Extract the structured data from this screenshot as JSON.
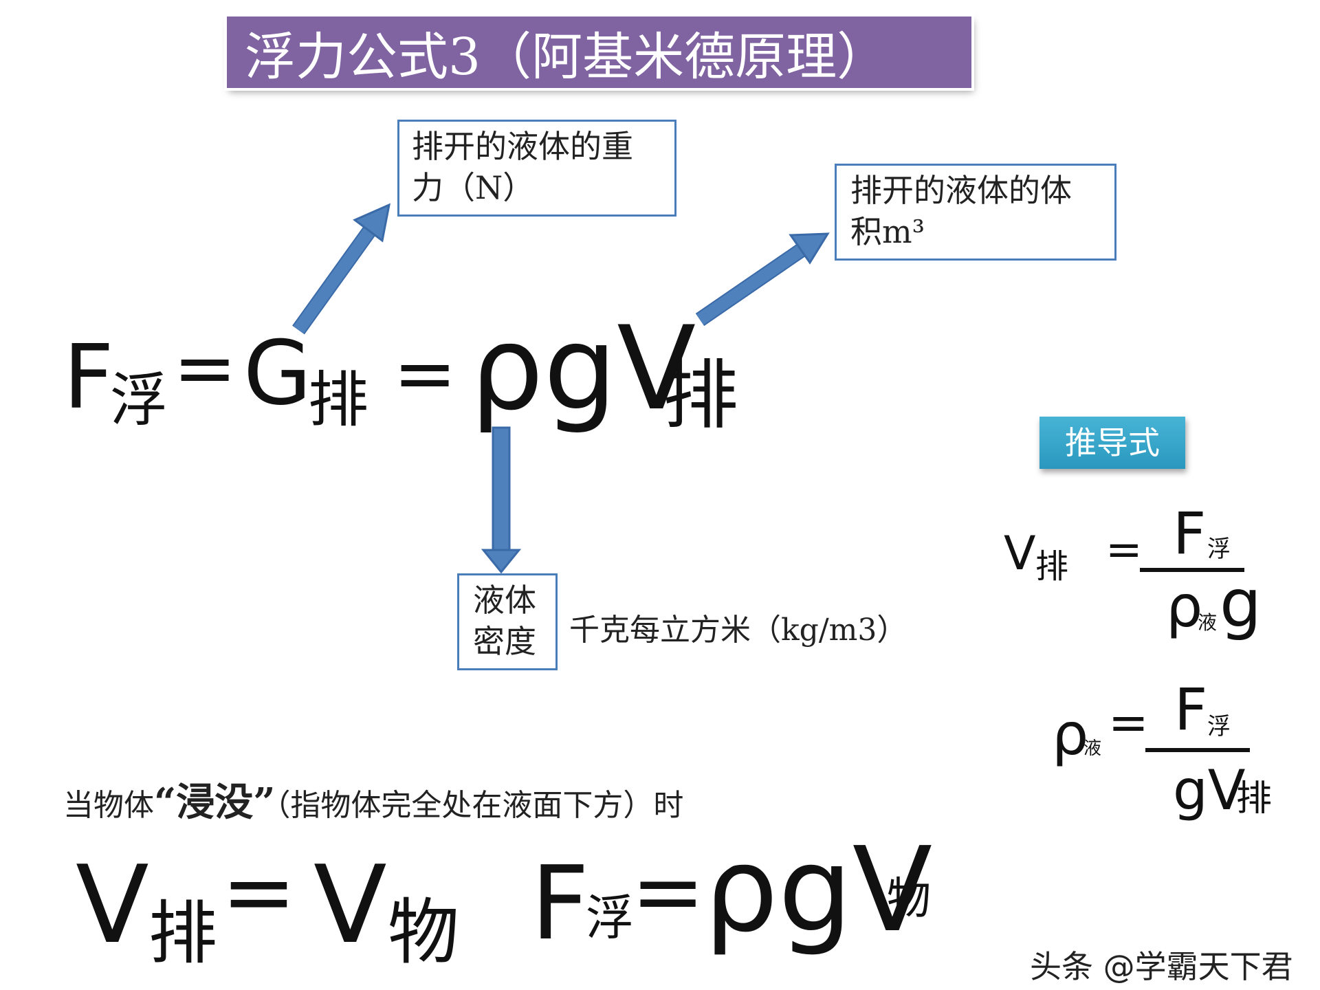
{
  "title": "浮力公式3（阿基米德原理）",
  "notes": {
    "gravity": "排开的液体的重力（N）",
    "volume_line1": "排开的液体的体",
    "volume_line2": "积m³",
    "density_line1": "液体",
    "density_line2": "密度",
    "density_unit": "千克每立方米（kg/m3）"
  },
  "main_formula": {
    "F": "F",
    "F_sub": "浮",
    "eq1": "=",
    "G": "G",
    "G_sub": "排",
    "eq2": "=",
    "rhogV": "ρgV",
    "V_sub": "排"
  },
  "derived": {
    "label": "推导式",
    "f1_lhs": "V",
    "f1_lhs_sub": "排",
    "f1_eq": "=",
    "f1_num": "F",
    "f1_num_sub": "浮",
    "f1_den_rho": "ρ",
    "f1_den_rho_sub": "液",
    "f1_den_g": "g",
    "f2_lhs": "ρ",
    "f2_lhs_sub": "液",
    "f2_eq": "=",
    "f2_num": "F",
    "f2_num_sub": "浮",
    "f2_den": "gV",
    "f2_den_sub": "排"
  },
  "condition": {
    "prefix": "当物体",
    "open_quote": "“",
    "keyword": "浸没",
    "close_quote": "”",
    "suffix": "（指物体完全处在液面下方）时"
  },
  "bottom_formula": {
    "V1": "V",
    "V1_sub": "排",
    "eq1": "=",
    "V2": "V",
    "V2_sub": "物",
    "F": "F",
    "F_sub": "浮",
    "eq2": "=",
    "rhogV": "ρgV",
    "V_sub": "物"
  },
  "watermark": "头条 @学霸天下君",
  "colors": {
    "title_bg": "#8064a2",
    "box_border": "#4a7ebb",
    "arrow": "#4f81bd",
    "label_bg": "#31a5cb"
  }
}
